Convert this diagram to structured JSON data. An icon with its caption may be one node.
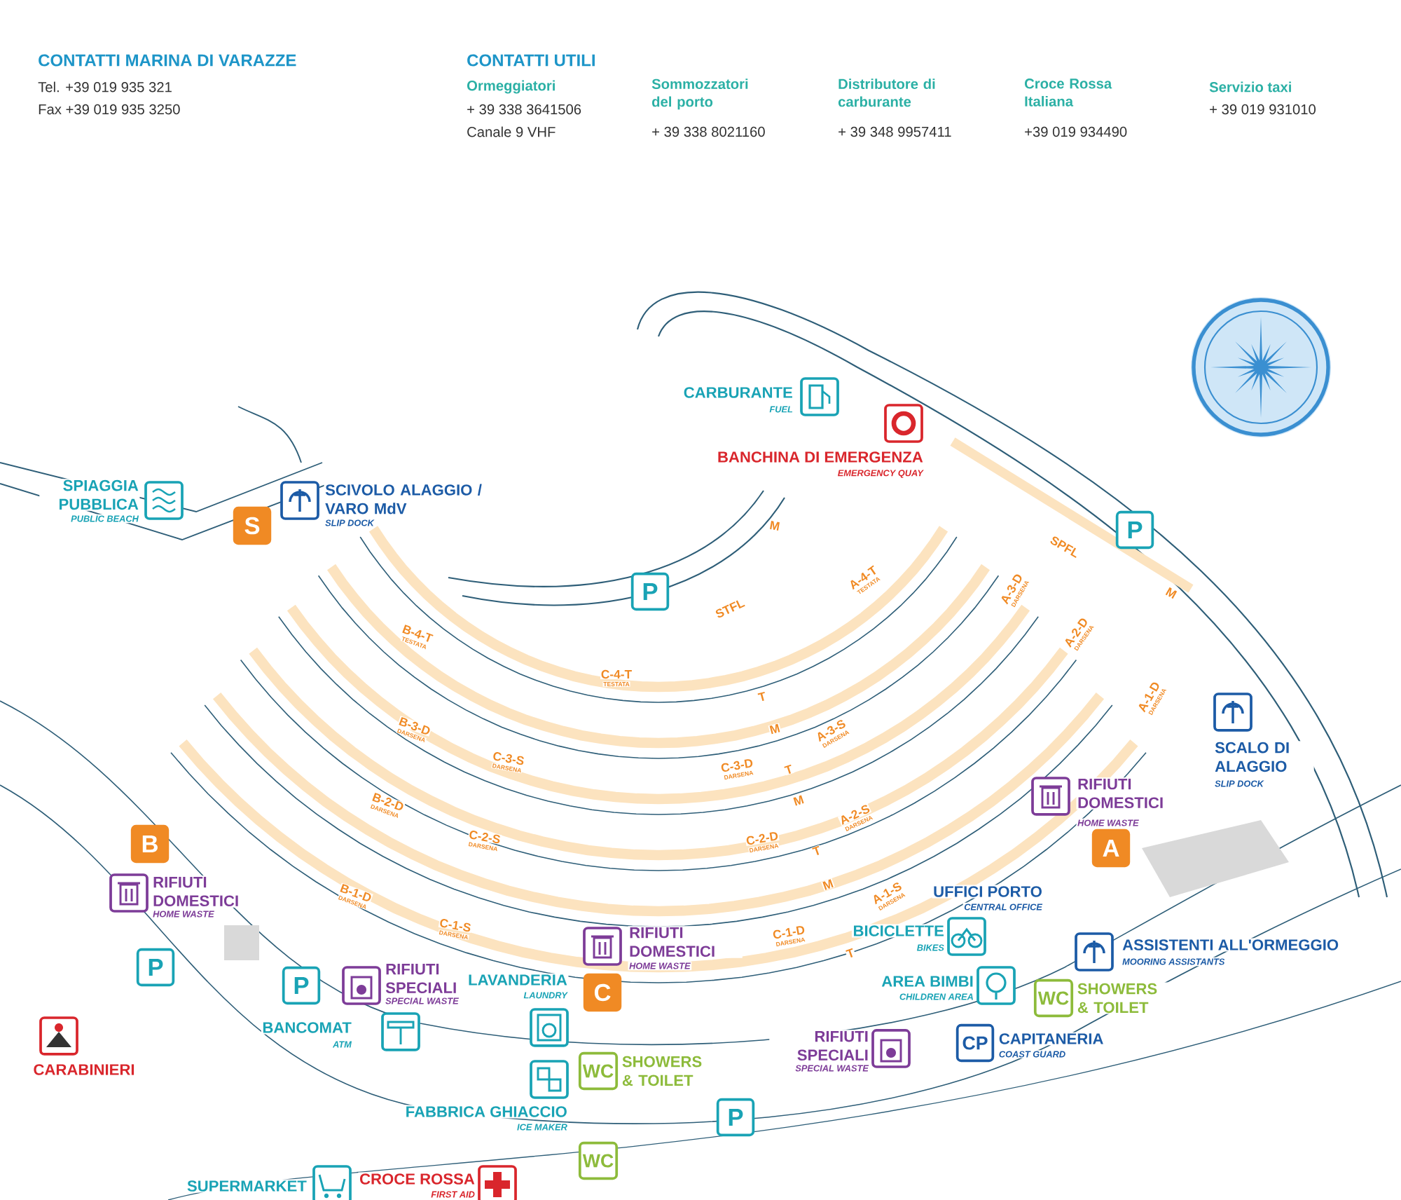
{
  "diagram": {
    "nodes": [
      {
        "text": [
          "S"
        ]
      },
      {
        "text": [
          "P"
        ]
      },
      {
        "text": [
          "P"
        ]
      },
      {
        "text": [
          "B"
        ]
      },
      {
        "text": [
          "A"
        ]
      },
      {
        "text": [
          "P"
        ]
      },
      {
        "text": [
          "P"
        ]
      },
      {
        "text": [
          "C"
        ]
      },
      {
        "text": [
          "WC"
        ],
        "beside": [
          "SHOWERS & TOILET"
        ]
      },
      {
        "text": [
          "CP"
        ],
        "beside": [
          "CAPITANERIA",
          "COAST GUARD"
        ]
      },
      {
        "text": [
          "WC"
        ],
        "beside": [
          "SHOWERS & TOILET"
        ]
      },
      {
        "text": [
          "P"
        ]
      },
      {
        "text": [
          "WC"
        ]
      }
    ],
    "labels": [
      "CONTATTI MARINA DI VARAZZE",
      "Tel. +39 019 935 321",
      "Fax +39 019 935 3250",
      "CONTATTI UTILI",
      "Ormeggiatori",
      "+ 39 338 3641506",
      "Canale 9 VHF",
      "Sommozzatori del porto",
      "+ 39 338 8021160",
      "Distributore di carburante",
      "+ 39 348 9957411",
      "Croce Rossa Italiana",
      "+39 019 934490",
      "Servizio taxi",
      "+ 39 019 931010",
      "CARBURANTE",
      "FUEL",
      "BANCHINA DI EMERGENZA",
      "EMERGENCY QUAY",
      "SPIAGGIA PUBBLICA",
      "PUBLIC BEACH",
      "SCIVOLO ALAGGIO / VARO MdV",
      "SLIP DOCK",
      "M",
      "SPFL",
      "A-4-T",
      "TESTATA",
      "A-3-D",
      "DARSENA",
      "M",
      "STFL",
      "B-4-T",
      "TESTATA",
      "A-2-D",
      "DARSENA",
      "C-4-T",
      "TESTATA",
      "T",
      "A-1-D",
      "DARSENA",
      "B-3-D",
      "DARSENA",
      "M",
      "A-3-S",
      "DARSENA",
      "SCALO DI ALAGGIO",
      "SLIP DOCK",
      "C-3-S",
      "DARSENA",
      "C-3-D",
      "DARSENA",
      "T",
      "RIFIUTI DOMESTICI",
      "HOME WASTE",
      "M",
      "B-2-D",
      "DARSENA",
      "A-2-S",
      "DARSENA",
      "C-2-S",
      "DARSENA",
      "C-2-D",
      "DARSENA",
      "T",
      "RIFIUTI DOMESTICI",
      "HOME WASTE",
      "M",
      "UFFICI PORTO",
      "CENTRAL OFFICE",
      "B-1-D",
      "DARSENA",
      "A-1-S",
      "DARSENA",
      "C-1-S",
      "DARSENA",
      "C-1-D",
      "DARSENA",
      "BICICLETTE",
      "BIKES",
      "RIFIUTI DOMESTICI",
      "HOME WASTE",
      "ASSISTENTI ALL'ORMEGGIO",
      "MOORING ASSISTANTS",
      "T",
      "RIFIUTI SPECIALI",
      "SPECIAL WASTE",
      "LAVANDERIA",
      "LAUNDRY",
      "AREA BIMBI",
      "CHILDREN AREA",
      "BANCOMAT",
      "ATM",
      "RIFIUTI SPECIALI",
      "SPECIAL WASTE",
      "CARABINIERI",
      "FABBRICA GHIACCIO",
      "ICE MAKER",
      "SUPERMARKET",
      "CROCE ROSSA",
      "FIRST AID"
    ]
  }
}
